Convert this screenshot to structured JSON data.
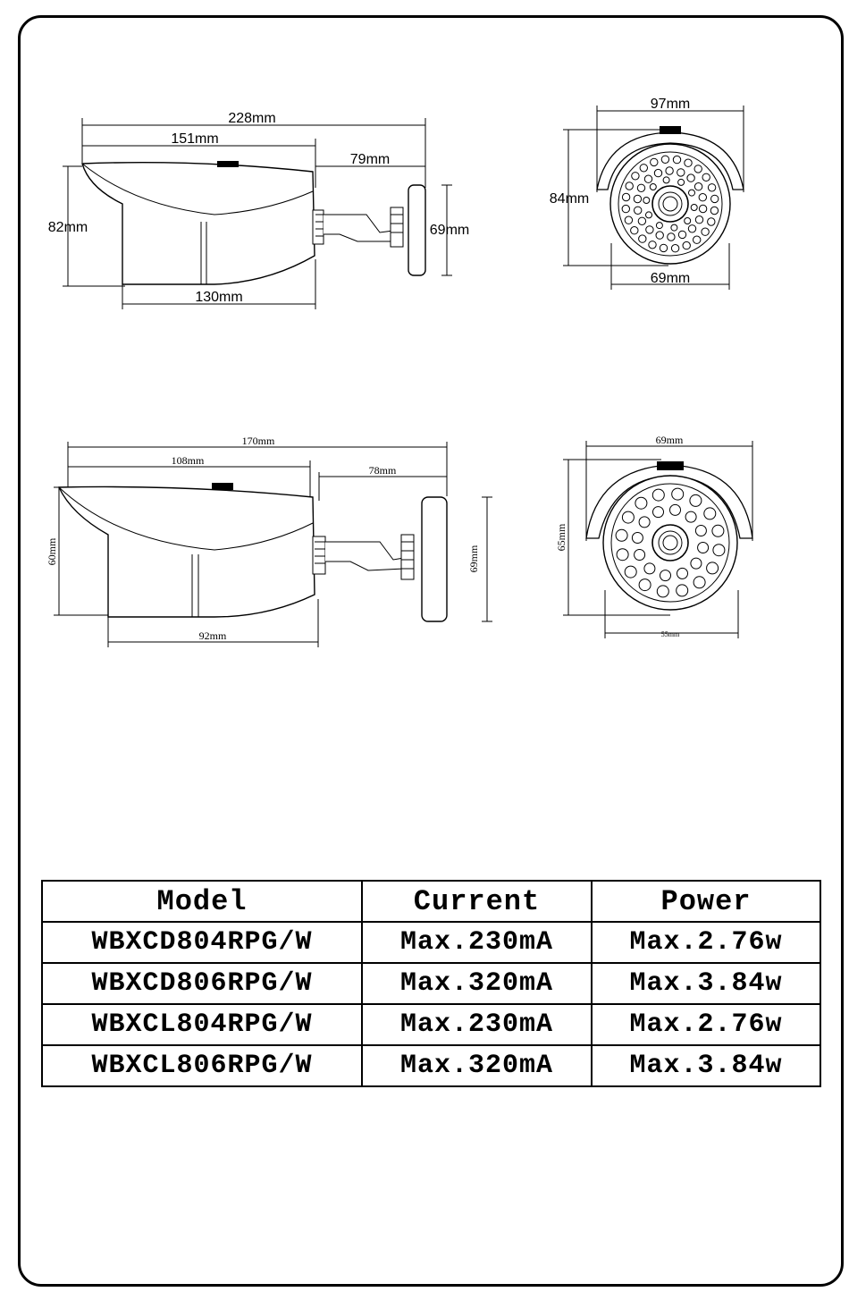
{
  "top_side": {
    "d228": "228mm",
    "d151": "151mm",
    "d79": "79mm",
    "d82": "82mm",
    "d69": "69mm",
    "d130": "130mm"
  },
  "top_front": {
    "d97": "97mm",
    "d84": "84mm",
    "d69": "69mm"
  },
  "bottom_side": {
    "d170": "170mm",
    "d108": "108mm",
    "d78": "78mm",
    "d60": "60mm",
    "d69": "69mm",
    "d92": "92mm"
  },
  "bottom_front": {
    "d69": "69mm",
    "d65": "65mm",
    "d_bottom": "55mm"
  },
  "table": {
    "headers": [
      "Model",
      "Current",
      "Power"
    ],
    "rows": [
      [
        "WBXCD804RPG/W",
        "Max.230mA",
        "Max.2.76w"
      ],
      [
        "WBXCD806RPG/W",
        "Max.320mA",
        "Max.3.84w"
      ],
      [
        "WBXCL804RPG/W",
        "Max.230mA",
        "Max.2.76w"
      ],
      [
        "WBXCL806RPG/W",
        "Max.320mA",
        "Max.3.84w"
      ]
    ]
  }
}
